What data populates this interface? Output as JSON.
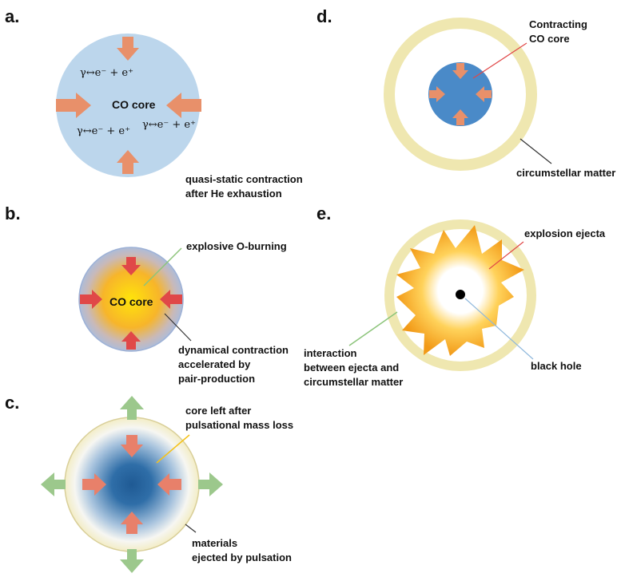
{
  "panels": {
    "a": {
      "label": "a.",
      "core_label": "CO core",
      "equations": [
        "γ↔e⁻ + e⁺",
        "γ↔e⁻ + e⁺",
        "γ↔e⁻ + e⁺"
      ],
      "caption": [
        "quasi-static contraction",
        "after He exhaustion"
      ]
    },
    "b": {
      "label": "b.",
      "core_label": "CO core",
      "annotation_burning": "explosive O-burning",
      "caption": [
        "dynamical contraction",
        "accelerated by",
        "pair-production"
      ]
    },
    "c": {
      "label": "c.",
      "annotation_core": [
        "core left after",
        "pulsational mass loss"
      ],
      "annotation_ejected": [
        "materials",
        "ejected by pulsation"
      ]
    },
    "d": {
      "label": "d.",
      "annotation_core": [
        "Contracting",
        "CO core"
      ],
      "annotation_matter": "circumstellar matter"
    },
    "e": {
      "label": "e.",
      "annotation_ejecta": "explosion ejecta",
      "annotation_bh": "black hole",
      "annotation_interaction": [
        "interaction",
        "between ejecta and",
        "circumstellar matter"
      ]
    }
  },
  "colors": {
    "co_core_blue": "#bcd6ec",
    "orange_arrow": "#e8906a",
    "red_arrow": "#e04848",
    "green_arrow": "#9cc88c",
    "shell_yellow": "#efe7b0",
    "dark_blue": "#2f6ea8",
    "contract_blue": "#4a8ac8"
  }
}
